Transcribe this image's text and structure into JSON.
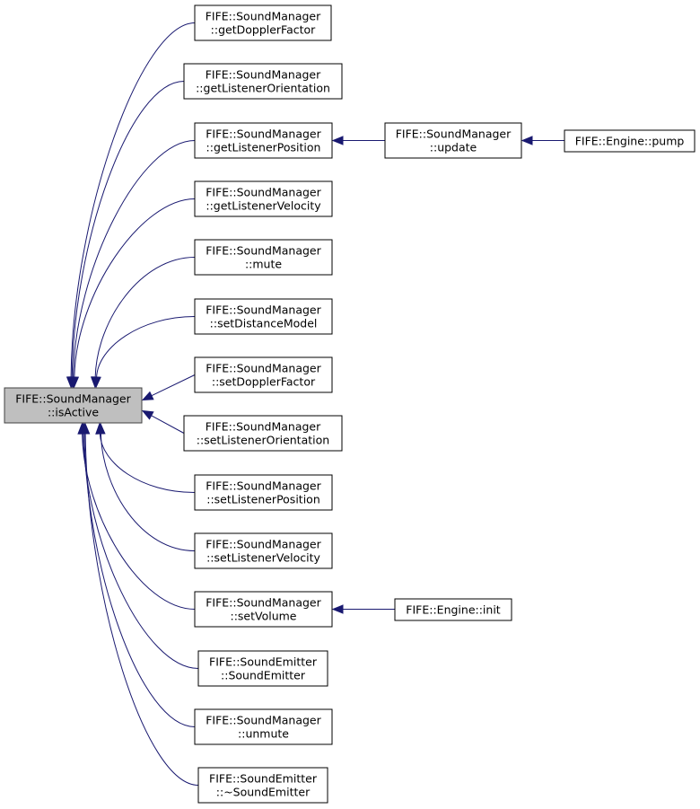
{
  "diagram": {
    "root": {
      "id": "isActive",
      "lines": [
        "FIFE::SoundManager",
        "::isActive"
      ]
    },
    "callers": [
      {
        "id": "getDopplerFactor",
        "lines": [
          "FIFE::SoundManager",
          "::getDopplerFactor"
        ]
      },
      {
        "id": "getListenerOrientation",
        "lines": [
          "FIFE::SoundManager",
          "::getListenerOrientation"
        ]
      },
      {
        "id": "getListenerPosition",
        "lines": [
          "FIFE::SoundManager",
          "::getListenerPosition"
        ]
      },
      {
        "id": "getListenerVelocity",
        "lines": [
          "FIFE::SoundManager",
          "::getListenerVelocity"
        ]
      },
      {
        "id": "mute",
        "lines": [
          "FIFE::SoundManager",
          "::mute"
        ]
      },
      {
        "id": "setDistanceModel",
        "lines": [
          "FIFE::SoundManager",
          "::setDistanceModel"
        ]
      },
      {
        "id": "setDopplerFactor",
        "lines": [
          "FIFE::SoundManager",
          "::setDopplerFactor"
        ]
      },
      {
        "id": "setListenerOrientation",
        "lines": [
          "FIFE::SoundManager",
          "::setListenerOrientation"
        ]
      },
      {
        "id": "setListenerPosition",
        "lines": [
          "FIFE::SoundManager",
          "::setListenerPosition"
        ]
      },
      {
        "id": "setListenerVelocity",
        "lines": [
          "FIFE::SoundManager",
          "::setListenerVelocity"
        ]
      },
      {
        "id": "setVolume",
        "lines": [
          "FIFE::SoundManager",
          "::setVolume"
        ]
      },
      {
        "id": "SoundEmitterCtor",
        "lines": [
          "FIFE::SoundEmitter",
          "::SoundEmitter"
        ]
      },
      {
        "id": "unmute",
        "lines": [
          "FIFE::SoundManager",
          "::unmute"
        ]
      },
      {
        "id": "SoundEmitterDtor",
        "lines": [
          "FIFE::SoundEmitter",
          "::~SoundEmitter"
        ]
      }
    ],
    "second_level": [
      {
        "id": "update",
        "lines": [
          "FIFE::SoundManager",
          "::update"
        ],
        "calls": "getListenerPosition"
      },
      {
        "id": "engineInit",
        "lines": [
          "FIFE::Engine::init"
        ],
        "calls": "setVolume"
      }
    ],
    "third_level": [
      {
        "id": "enginePump",
        "lines": [
          "FIFE::Engine::pump"
        ],
        "calls": "update"
      }
    ],
    "colors": {
      "edge": "#191970",
      "root_fill": "#bfbfbf",
      "node_fill": "#ffffff",
      "node_border": "#000000"
    }
  }
}
